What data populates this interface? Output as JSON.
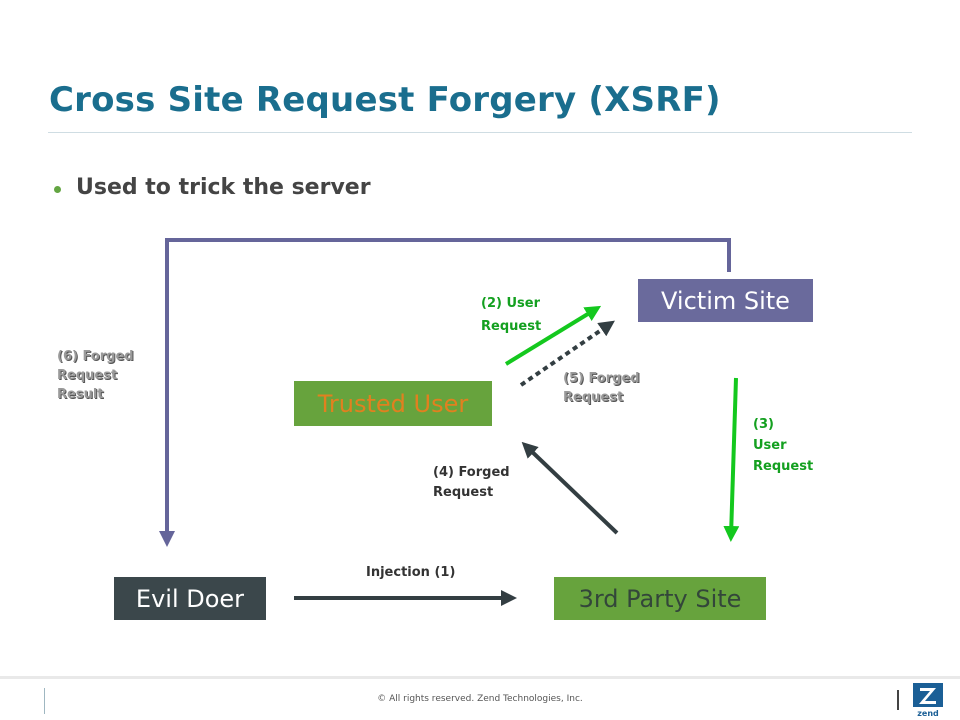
{
  "slide": {
    "title": "Cross Site Request Forgery (XSRF)",
    "bullet": "Used to trick the server"
  },
  "nodes": {
    "victim_site": "Victim Site",
    "trusted_user": "Trusted User",
    "evil_doer": "Evil Doer",
    "third_party_site": "3rd Party Site"
  },
  "edges": {
    "injection": "Injection (1)",
    "user_request_2": [
      "(2) User",
      "Request"
    ],
    "user_request_3": [
      "(3)",
      "User",
      "Request"
    ],
    "forged_request_4": [
      "(4) Forged",
      "Request"
    ],
    "forged_request_5": [
      "(5) Forged",
      "Request"
    ],
    "forged_result_6": [
      "(6) Forged",
      "Request",
      "Result"
    ]
  },
  "footer": {
    "copyright": "© All rights reserved. Zend Technologies, Inc.",
    "logo_text": "zend"
  },
  "colors": {
    "title": "#1a6e8e",
    "green_arrow": "#14c81e",
    "dark_arrow": "#333e42",
    "purple_line": "#65659a"
  }
}
